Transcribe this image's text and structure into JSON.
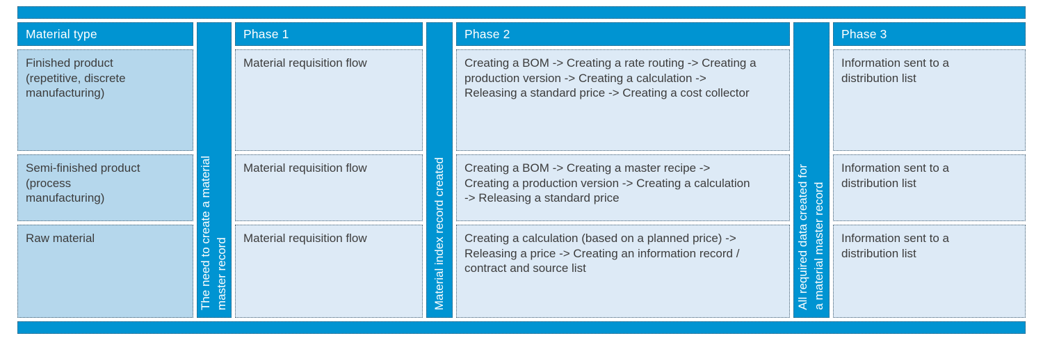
{
  "figure": {
    "headers": {
      "material_type": "Material type",
      "phase1": "Phase 1",
      "phase2": "Phase 2",
      "phase3": "Phase 3"
    },
    "connectors": [
      {
        "label": "The need to create a material\nmaster record"
      },
      {
        "label": "Material index record created"
      },
      {
        "label": "All required data created for\na material master record"
      }
    ],
    "rows": [
      {
        "material_type": "Finished product (repetitive, discrete manufacturing)",
        "phase1": "Material requisition flow",
        "phase2": "Creating a BOM -> Creating a rate routing -> Creating a production version -> Creating a calculation -> Releasing a standard price -> Creating a cost collector",
        "phase3": "Information sent to a distribution list"
      },
      {
        "material_type": "Semi-finished product (process manufacturing)",
        "phase1": "Material requisition flow",
        "phase2": "Creating a BOM -> Creating a master recipe -> Creating a production version -> Creating a calculation -> Releasing a standard price",
        "phase3": "Information sent to a distribution list"
      },
      {
        "material_type": "Raw material",
        "phase1": "Material requisition flow",
        "phase2": "Creating a calculation (based on a planned price) -> Releasing a price -> Creating an information record / contract and source list",
        "phase3": "Information sent to a distribution list"
      }
    ],
    "colors": {
      "primary_blue": "#0094d2",
      "material_cell_blue": "#b5d7ec",
      "phase_cell_blue": "#ddeaf6",
      "border_dot": "#3e5a6e",
      "text_dark": "#3c3c3c",
      "text_light": "#ffffff"
    }
  }
}
